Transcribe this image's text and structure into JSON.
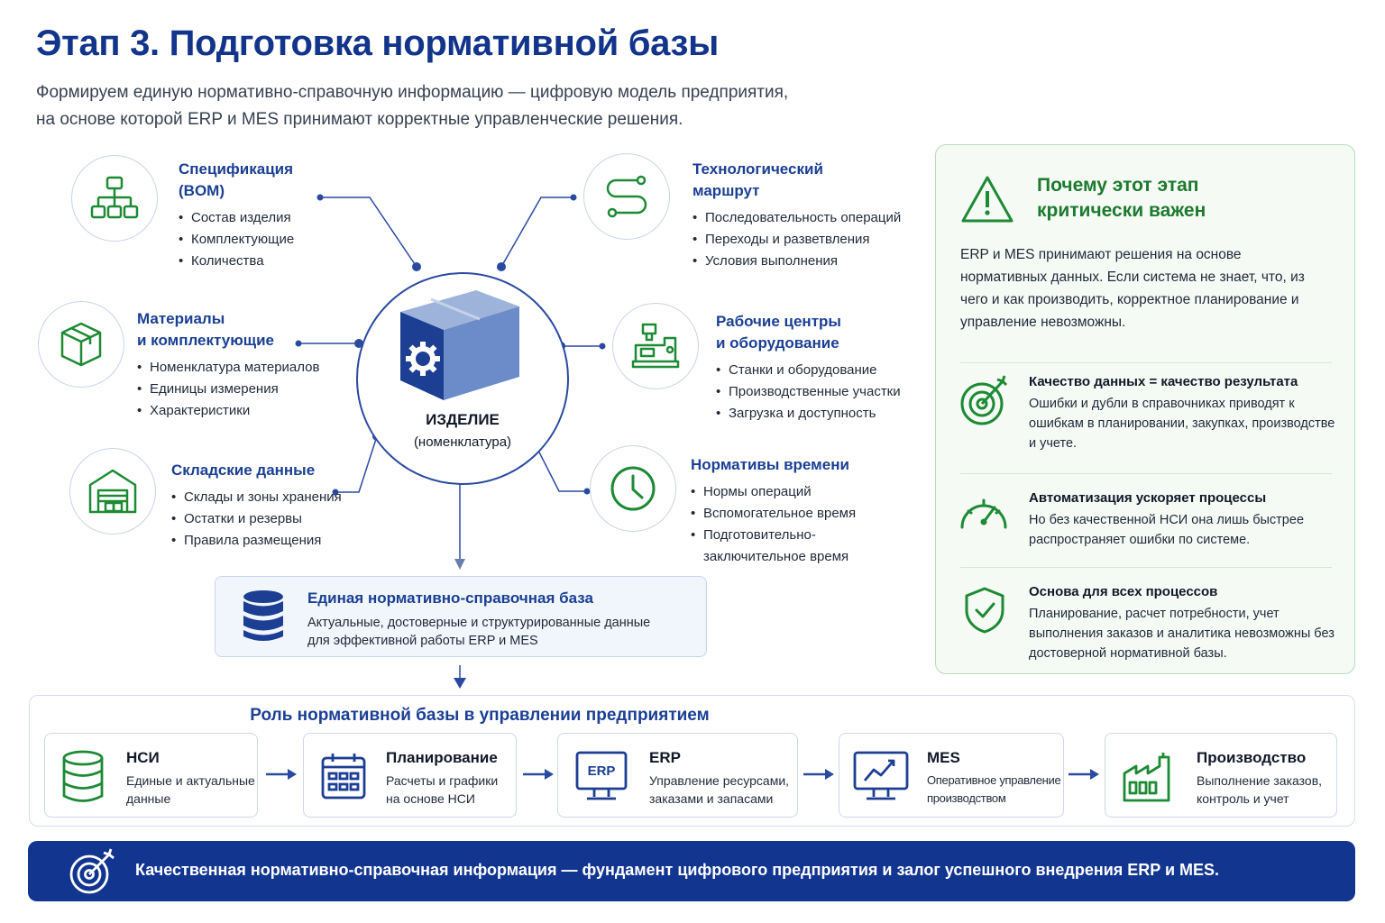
{
  "header": {
    "title": "Этап 3. Подготовка нормативной базы",
    "subtitle_line1": "Формируем единую нормативно-справочную информацию — цифровую модель предприятия,",
    "subtitle_line2": "на основе которой ERP и MES принимают корректные управленческие решения."
  },
  "center": {
    "label": "ИЗДЕЛИЕ",
    "sublabel": "(номенклатура)"
  },
  "nodes": {
    "bom": {
      "icon": "hierarchy-icon",
      "title": "Спецификация\n(BOM)",
      "items": [
        "Состав изделия",
        "Комплектующие",
        "Количества"
      ]
    },
    "materials": {
      "icon": "box-icon",
      "title": "Материалы\nи комплектующие",
      "items": [
        "Номенклатура материалов",
        "Единицы измерения",
        "Характеристики"
      ]
    },
    "warehouse": {
      "icon": "warehouse-icon",
      "title": "Складские данные",
      "items": [
        "Склады и зоны хранения",
        "Остатки и резервы",
        "Правила размещения"
      ]
    },
    "route": {
      "icon": "route-icon",
      "title": "Технологический\nмаршрут",
      "items": [
        "Последовательность операций",
        "Переходы и разветвления",
        "Условия выполнения"
      ]
    },
    "workcenters": {
      "icon": "machine-icon",
      "title": "Рабочие центры\nи оборудование",
      "items": [
        "Станки и оборудование",
        "Производственные участки",
        "Загрузка и доступность"
      ]
    },
    "time": {
      "icon": "clock-icon",
      "title": "Нормативы времени",
      "items": [
        "Нормы операций",
        "Вспомогательное время",
        "Подготовительно-\nзаключительное время"
      ]
    }
  },
  "nsi_box": {
    "title": "Единая нормативно-справочная база",
    "desc_line1": "Актуальные, достоверные и структурированные данные",
    "desc_line2": "для эффективной работы ERP и MES"
  },
  "why": {
    "title": "Почему этот этап\nкритически важен",
    "desc": "ERP и MES принимают решения на основе нормативных данных. Если система не знает, что, из чего и как производить, корректное планирование и управление невозможны.",
    "items": [
      {
        "icon": "target-icon",
        "title": "Качество данных = качество результата",
        "desc": "Ошибки и дубли в справочниках приводят к ошибкам в планировании, закупках, производстве и учете."
      },
      {
        "icon": "speedometer-icon",
        "title": "Автоматизация ускоряет процессы",
        "desc": "Но без качественной НСИ она лишь быстрее распространяет ошибки по системе."
      },
      {
        "icon": "shield-check-icon",
        "title": "Основа для всех процессов",
        "desc": "Планирование, расчет потребности, учет выполнения заказов и аналитика невозможны без достоверной нормативной базы."
      }
    ]
  },
  "role": {
    "title": "Роль нормативной базы в управлении предприятием",
    "cards": [
      {
        "icon": "database-icon",
        "title": "НСИ",
        "desc": "Единые и актуальные\nданные"
      },
      {
        "icon": "calendar-icon",
        "title": "Планирование",
        "desc": "Расчеты и графики\nна основе НСИ"
      },
      {
        "icon": "erp-monitor-icon",
        "icon_text": "ERP",
        "title": "ERP",
        "desc": "Управление ресурсами,\nзаказами и запасами"
      },
      {
        "icon": "chart-monitor-icon",
        "title": "MES",
        "desc": "Оперативное управление\nпроизводством"
      },
      {
        "icon": "factory-icon",
        "title": "Производство",
        "desc": "Выполнение заказов,\nконтроль и учет"
      }
    ]
  },
  "banner": {
    "icon": "target-icon",
    "text": "Качественная нормативно-справочная информация — фундамент цифрового предприятия и залог успешного внедрения ERP и MES."
  },
  "colors": {
    "navy": "#12348a",
    "blue": "#1a3f93",
    "green": "#1d7a2f",
    "banner": "#12358f"
  }
}
